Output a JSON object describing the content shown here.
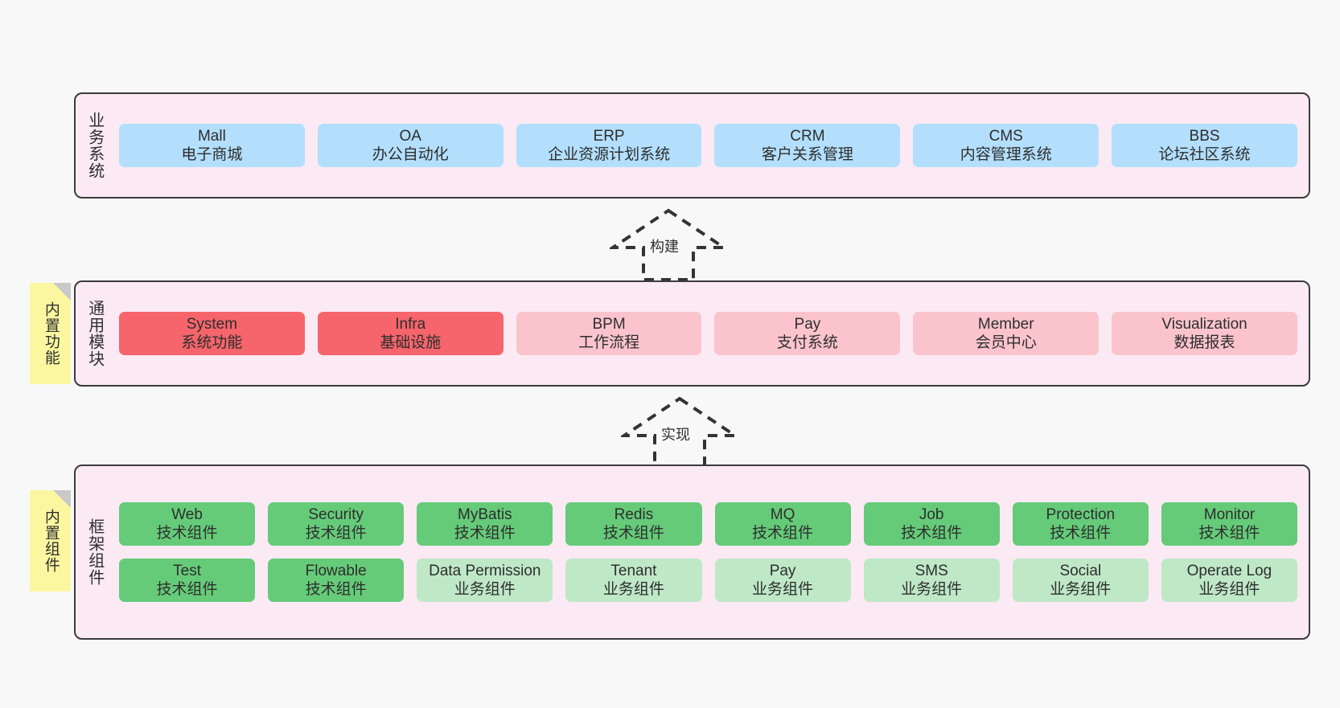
{
  "diagram": {
    "title_vertical_layers": [
      "业务系统",
      "通用模块",
      "框架组件"
    ],
    "background_color": "#f8f8f8",
    "layer_fill": "#fbeaf4",
    "layer_border": "#3b3b3b"
  },
  "layers": [
    {
      "id": "business",
      "label": "业务系统",
      "rows": [
        [
          {
            "name": "Mall",
            "desc": "电子商城",
            "style": "c-blue"
          },
          {
            "name": "OA",
            "desc": "办公自动化",
            "style": "c-blue"
          },
          {
            "name": "ERP",
            "desc": "企业资源计划系统",
            "style": "c-blue"
          },
          {
            "name": "CRM",
            "desc": "客户关系管理",
            "style": "c-blue"
          },
          {
            "name": "CMS",
            "desc": "内容管理系统",
            "style": "c-blue"
          },
          {
            "name": "BBS",
            "desc": "论坛社区系统",
            "style": "c-blue"
          }
        ]
      ]
    },
    {
      "id": "common",
      "label": "通用模块",
      "rows": [
        [
          {
            "name": "System",
            "desc": "系统功能",
            "style": "c-red"
          },
          {
            "name": "Infra",
            "desc": "基础设施",
            "style": "c-red"
          },
          {
            "name": "BPM",
            "desc": "工作流程",
            "style": "c-pink"
          },
          {
            "name": "Pay",
            "desc": "支付系统",
            "style": "c-pink"
          },
          {
            "name": "Member",
            "desc": "会员中心",
            "style": "c-pink"
          },
          {
            "name": "Visualization",
            "desc": "数据报表",
            "style": "c-pink"
          }
        ]
      ]
    },
    {
      "id": "framework",
      "label": "框架组件",
      "rows": [
        [
          {
            "name": "Web",
            "desc": "技术组件",
            "style": "c-green"
          },
          {
            "name": "Security",
            "desc": "技术组件",
            "style": "c-green"
          },
          {
            "name": "MyBatis",
            "desc": "技术组件",
            "style": "c-green"
          },
          {
            "name": "Redis",
            "desc": "技术组件",
            "style": "c-green"
          },
          {
            "name": "MQ",
            "desc": "技术组件",
            "style": "c-green"
          },
          {
            "name": "Job",
            "desc": "技术组件",
            "style": "c-green"
          },
          {
            "name": "Protection",
            "desc": "技术组件",
            "style": "c-green"
          },
          {
            "name": "Monitor",
            "desc": "技术组件",
            "style": "c-green"
          }
        ],
        [
          {
            "name": "Test",
            "desc": "技术组件",
            "style": "c-green"
          },
          {
            "name": "Flowable",
            "desc": "技术组件",
            "style": "c-green"
          },
          {
            "name": "Data Permission",
            "desc": "业务组件",
            "style": "c-lightgreen",
            "wrap": true
          },
          {
            "name": "Tenant",
            "desc": "业务组件",
            "style": "c-lightgreen"
          },
          {
            "name": "Pay",
            "desc": "业务组件",
            "style": "c-lightgreen"
          },
          {
            "name": "SMS",
            "desc": "业务组件",
            "style": "c-lightgreen"
          },
          {
            "name": "Social",
            "desc": "业务组件",
            "style": "c-lightgreen"
          },
          {
            "name": "Operate Log",
            "desc": "业务组件",
            "style": "c-lightgreen"
          }
        ]
      ]
    }
  ],
  "notes": [
    {
      "id": "note-builtin-function",
      "text": "内置功能",
      "color": "#fbf7a1"
    },
    {
      "id": "note-builtin-component",
      "text": "内置组件",
      "color": "#fbf7a1"
    }
  ],
  "arrows": [
    {
      "id": "arrow-build",
      "label": "构建",
      "style": "dashed-hollow-up"
    },
    {
      "id": "arrow-implement",
      "label": "实现",
      "style": "dashed-hollow-up"
    }
  ]
}
